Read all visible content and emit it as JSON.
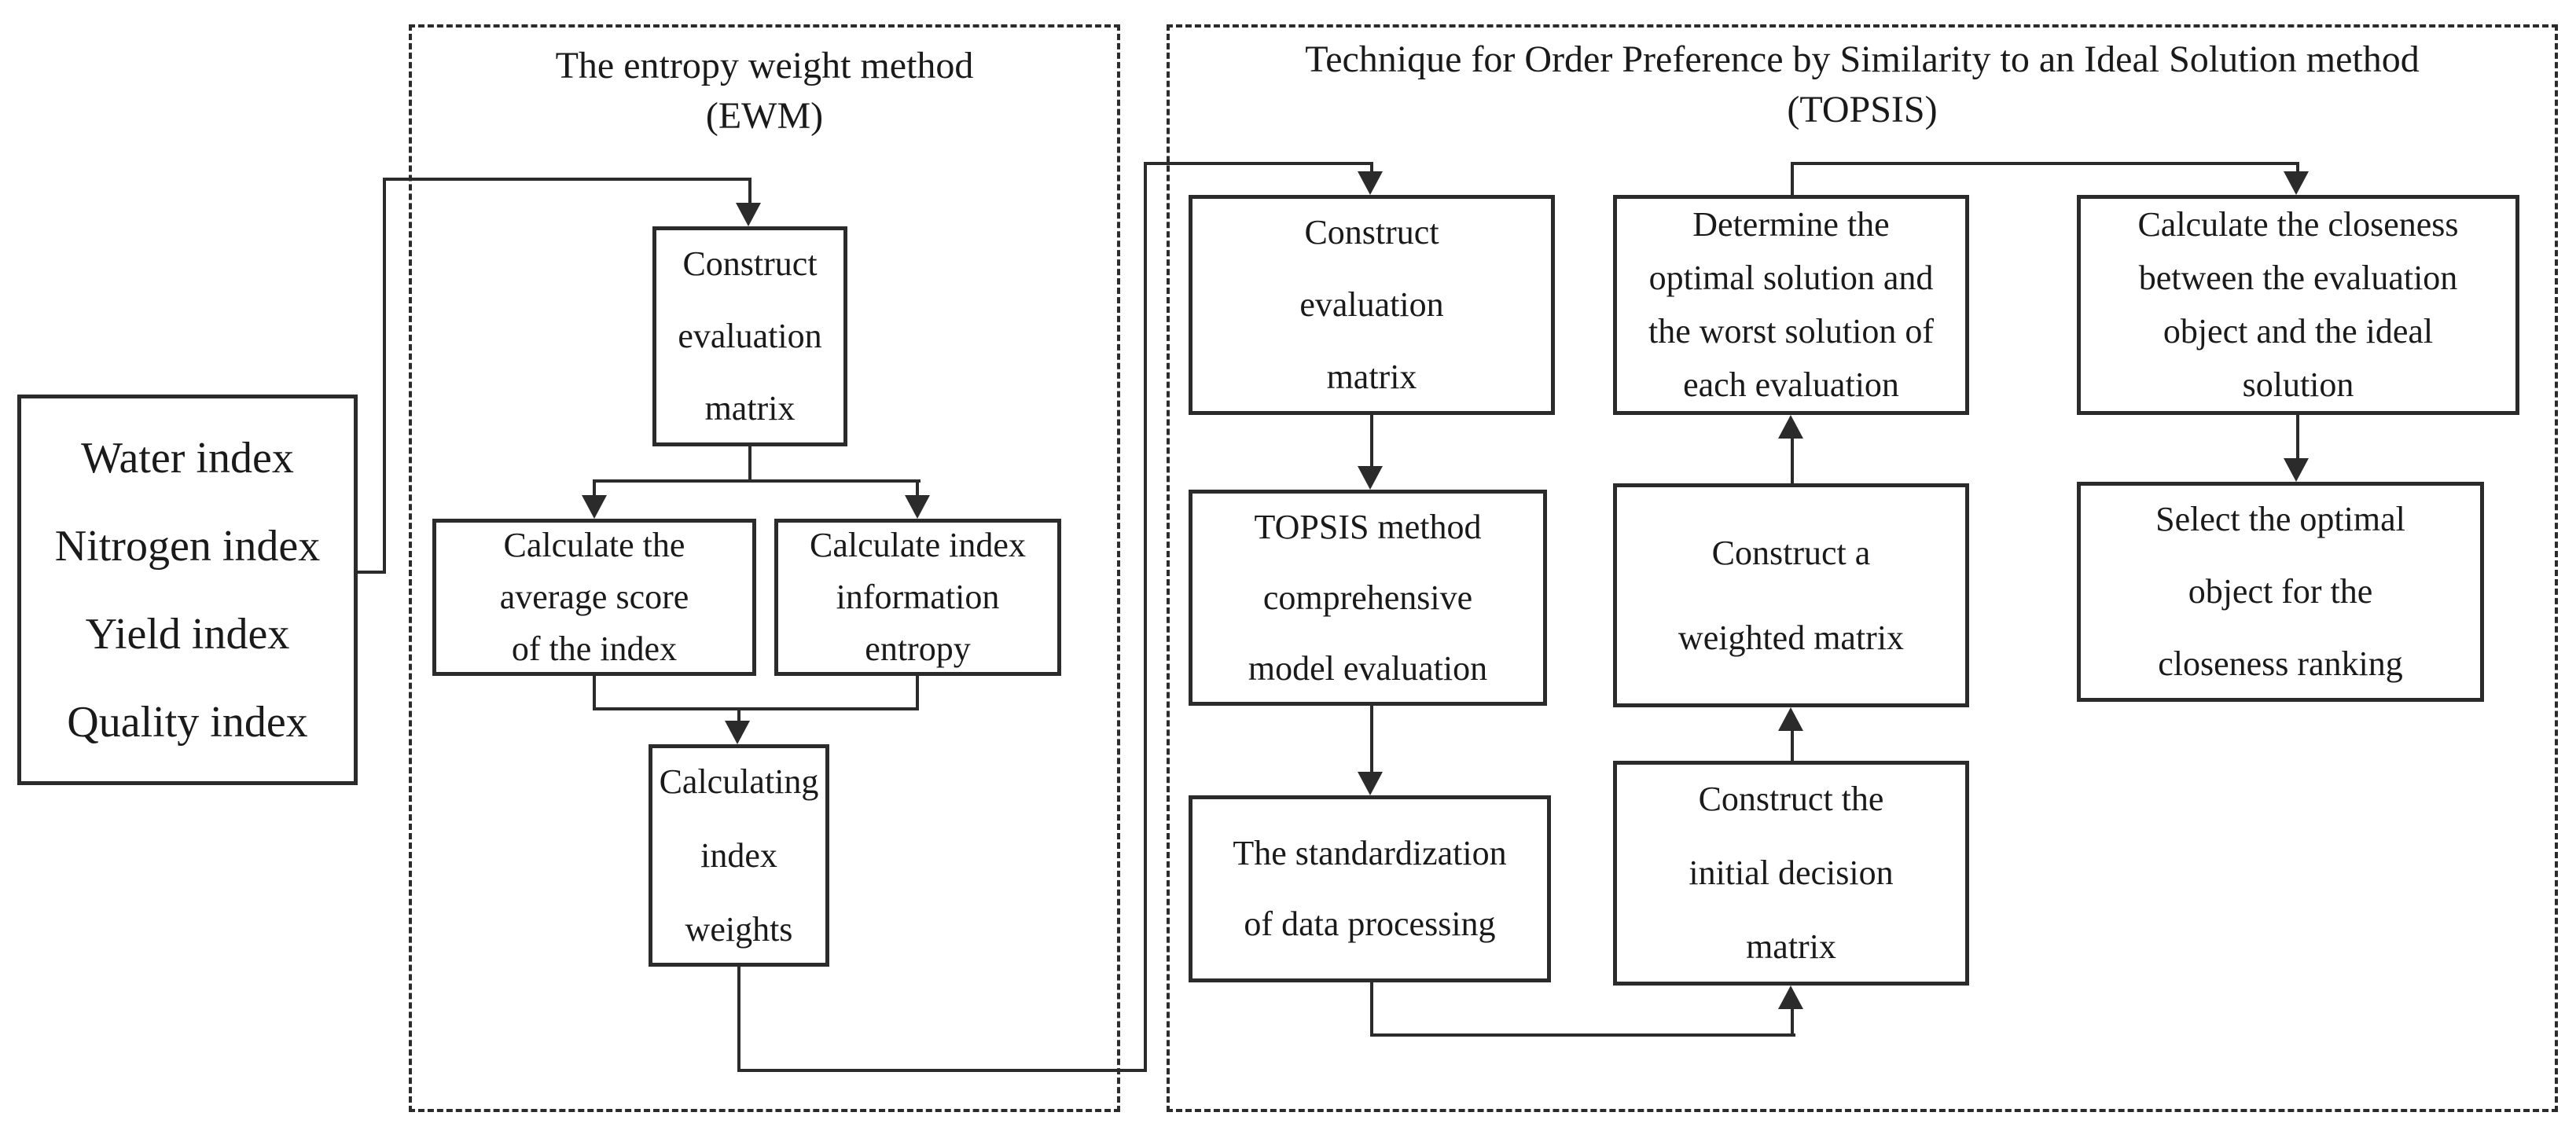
{
  "figure": {
    "background_color": "#ffffff",
    "line_color": "#2b2b2b",
    "text_color": "#1a1a1a"
  },
  "input_box": {
    "lines": "Water index\nNitrogen index\nYield index\nQuality index"
  },
  "ewm": {
    "title": "The entropy weight method\n(EWM)",
    "construct_matrix": "Construct\nevaluation\nmatrix",
    "average_score": "Calculate the\naverage score\nof the index",
    "information_entropy": "Calculate index\ninformation\nentropy",
    "index_weights": "Calculating\nindex\nweights"
  },
  "topsis": {
    "title": "Technique for Order Preference by Similarity to an Ideal Solution method\n(TOPSIS)",
    "construct_matrix": "Construct\nevaluation\nmatrix",
    "comprehensive_model": "TOPSIS method\ncomprehensive\nmodel evaluation",
    "standardization": "The standardization\nof data processing",
    "determine_solutions": "Determine the\noptimal solution and\nthe worst solution of\neach evaluation",
    "weighted_matrix": "Construct a\nweighted matrix",
    "initial_decision": "Construct the\ninitial decision\nmatrix",
    "closeness": "Calculate the closeness\nbetween the evaluation\nobject and the ideal\nsolution",
    "select_optimal": "Select the optimal\nobject for the\ncloseness ranking"
  }
}
